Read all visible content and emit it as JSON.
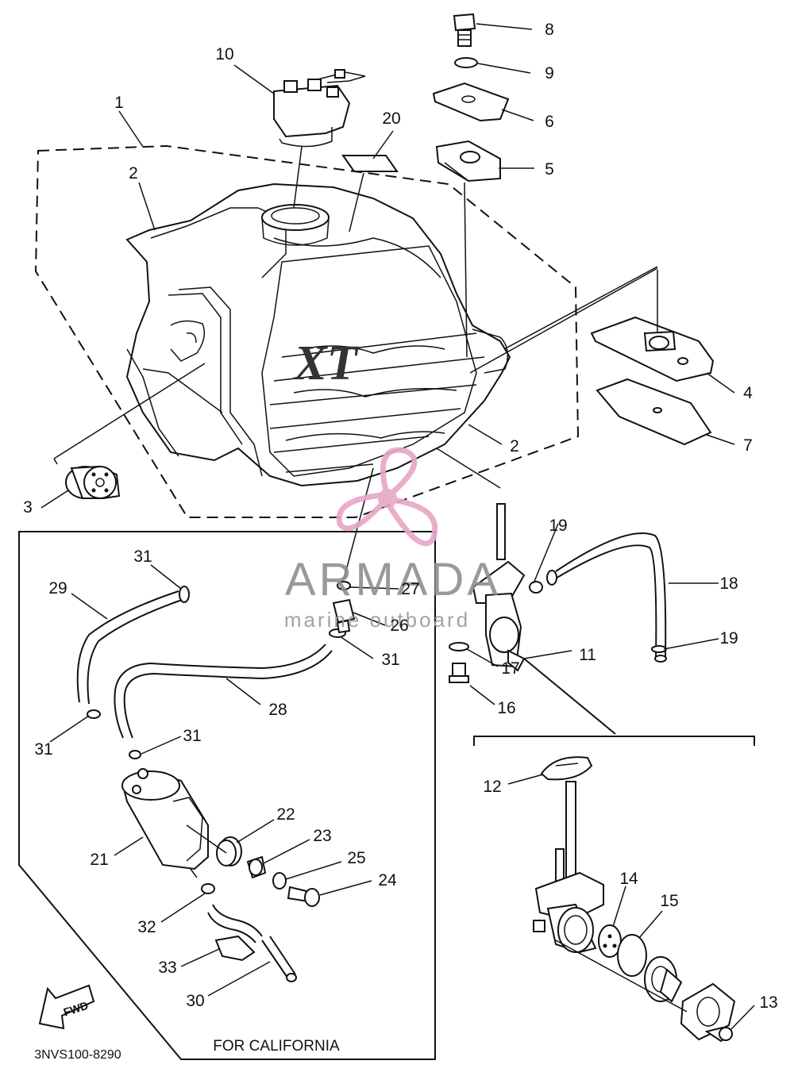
{
  "callouts": {
    "c1": "1",
    "c2a": "2",
    "c2b": "2",
    "c3": "3",
    "c4": "4",
    "c5": "5",
    "c6": "6",
    "c7": "7",
    "c8": "8",
    "c9": "9",
    "c10": "10",
    "c11": "11",
    "c12": "12",
    "c13": "13",
    "c14": "14",
    "c15": "15",
    "c16": "16",
    "c17": "17",
    "c18": "18",
    "c19a": "19",
    "c19b": "19",
    "c20": "20",
    "c21": "21",
    "c22": "22",
    "c23": "23",
    "c24": "24",
    "c25": "25",
    "c26": "26",
    "c27": "27",
    "c28": "28",
    "c29": "29",
    "c30": "30",
    "c31a": "31",
    "c31b": "31",
    "c31c": "31",
    "c31d": "31",
    "c32": "32",
    "c33": "33"
  },
  "california_label": "FOR CALIFORNIA",
  "fwd_label": "FWD",
  "diagram_code": "3NVS100-8290",
  "tank_logo": "XT",
  "watermark": {
    "brand": "ARMADA",
    "tagline": "marine outboard",
    "color": "#e7a6c6"
  }
}
